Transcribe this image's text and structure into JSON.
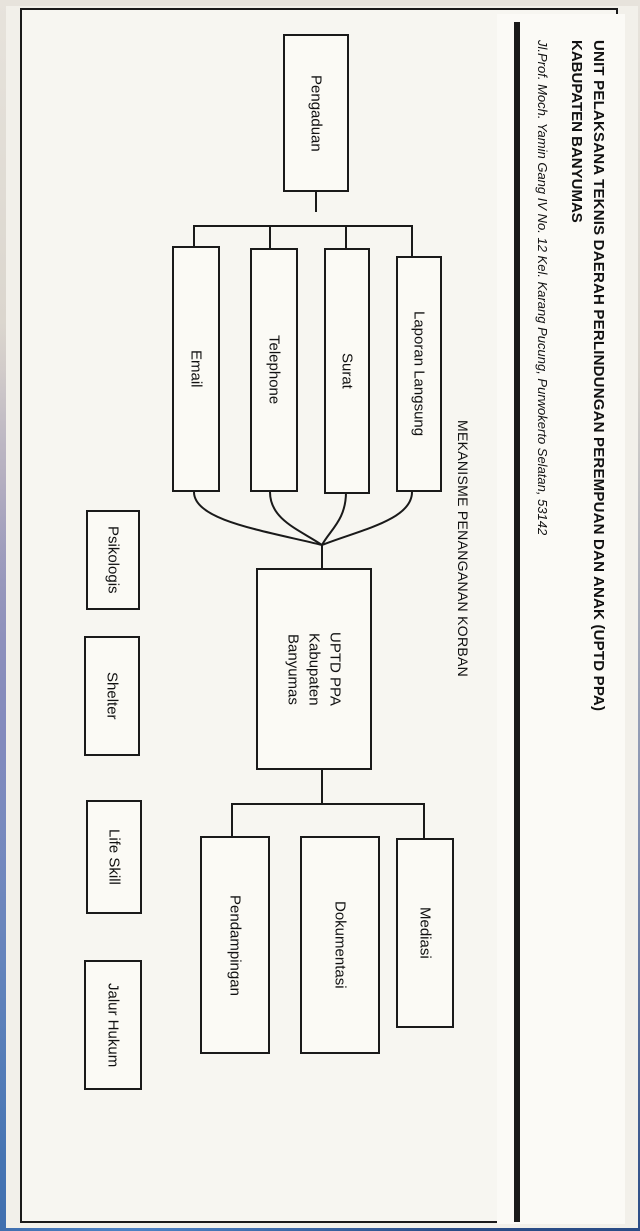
{
  "header": {
    "title": "UNIT PELAKSANA TEKNIS DAERAH PERLINDUNGAN PEREMPUAN DAN ANAK (UPTD PPA)",
    "subtitle": "KABUPATEN BANYUMAS",
    "address": "Jl.Prof. Moch. Yamin Gang IV No. 12 Kel. Karang Pucung, Purwokerto Selatan, 53142"
  },
  "diagram": {
    "title": "MEKANISME PENANGANAN KORBAN",
    "root": "Pengaduan",
    "channels": [
      "Laporan Langsung",
      "Surat",
      "Telephone",
      "Email"
    ],
    "center": "UPTD PPA\nKabupaten\nBanyumas",
    "actions": [
      "Mediasi",
      "Dokumentasi",
      "Pendampingan"
    ],
    "services": [
      "Psikologis",
      "Shelter",
      "Life Skill",
      "Jalur Hukum"
    ]
  },
  "colors": {
    "ink": "#1a1a1a",
    "paper": "#f7f6f1",
    "background": "#2a4c86"
  }
}
